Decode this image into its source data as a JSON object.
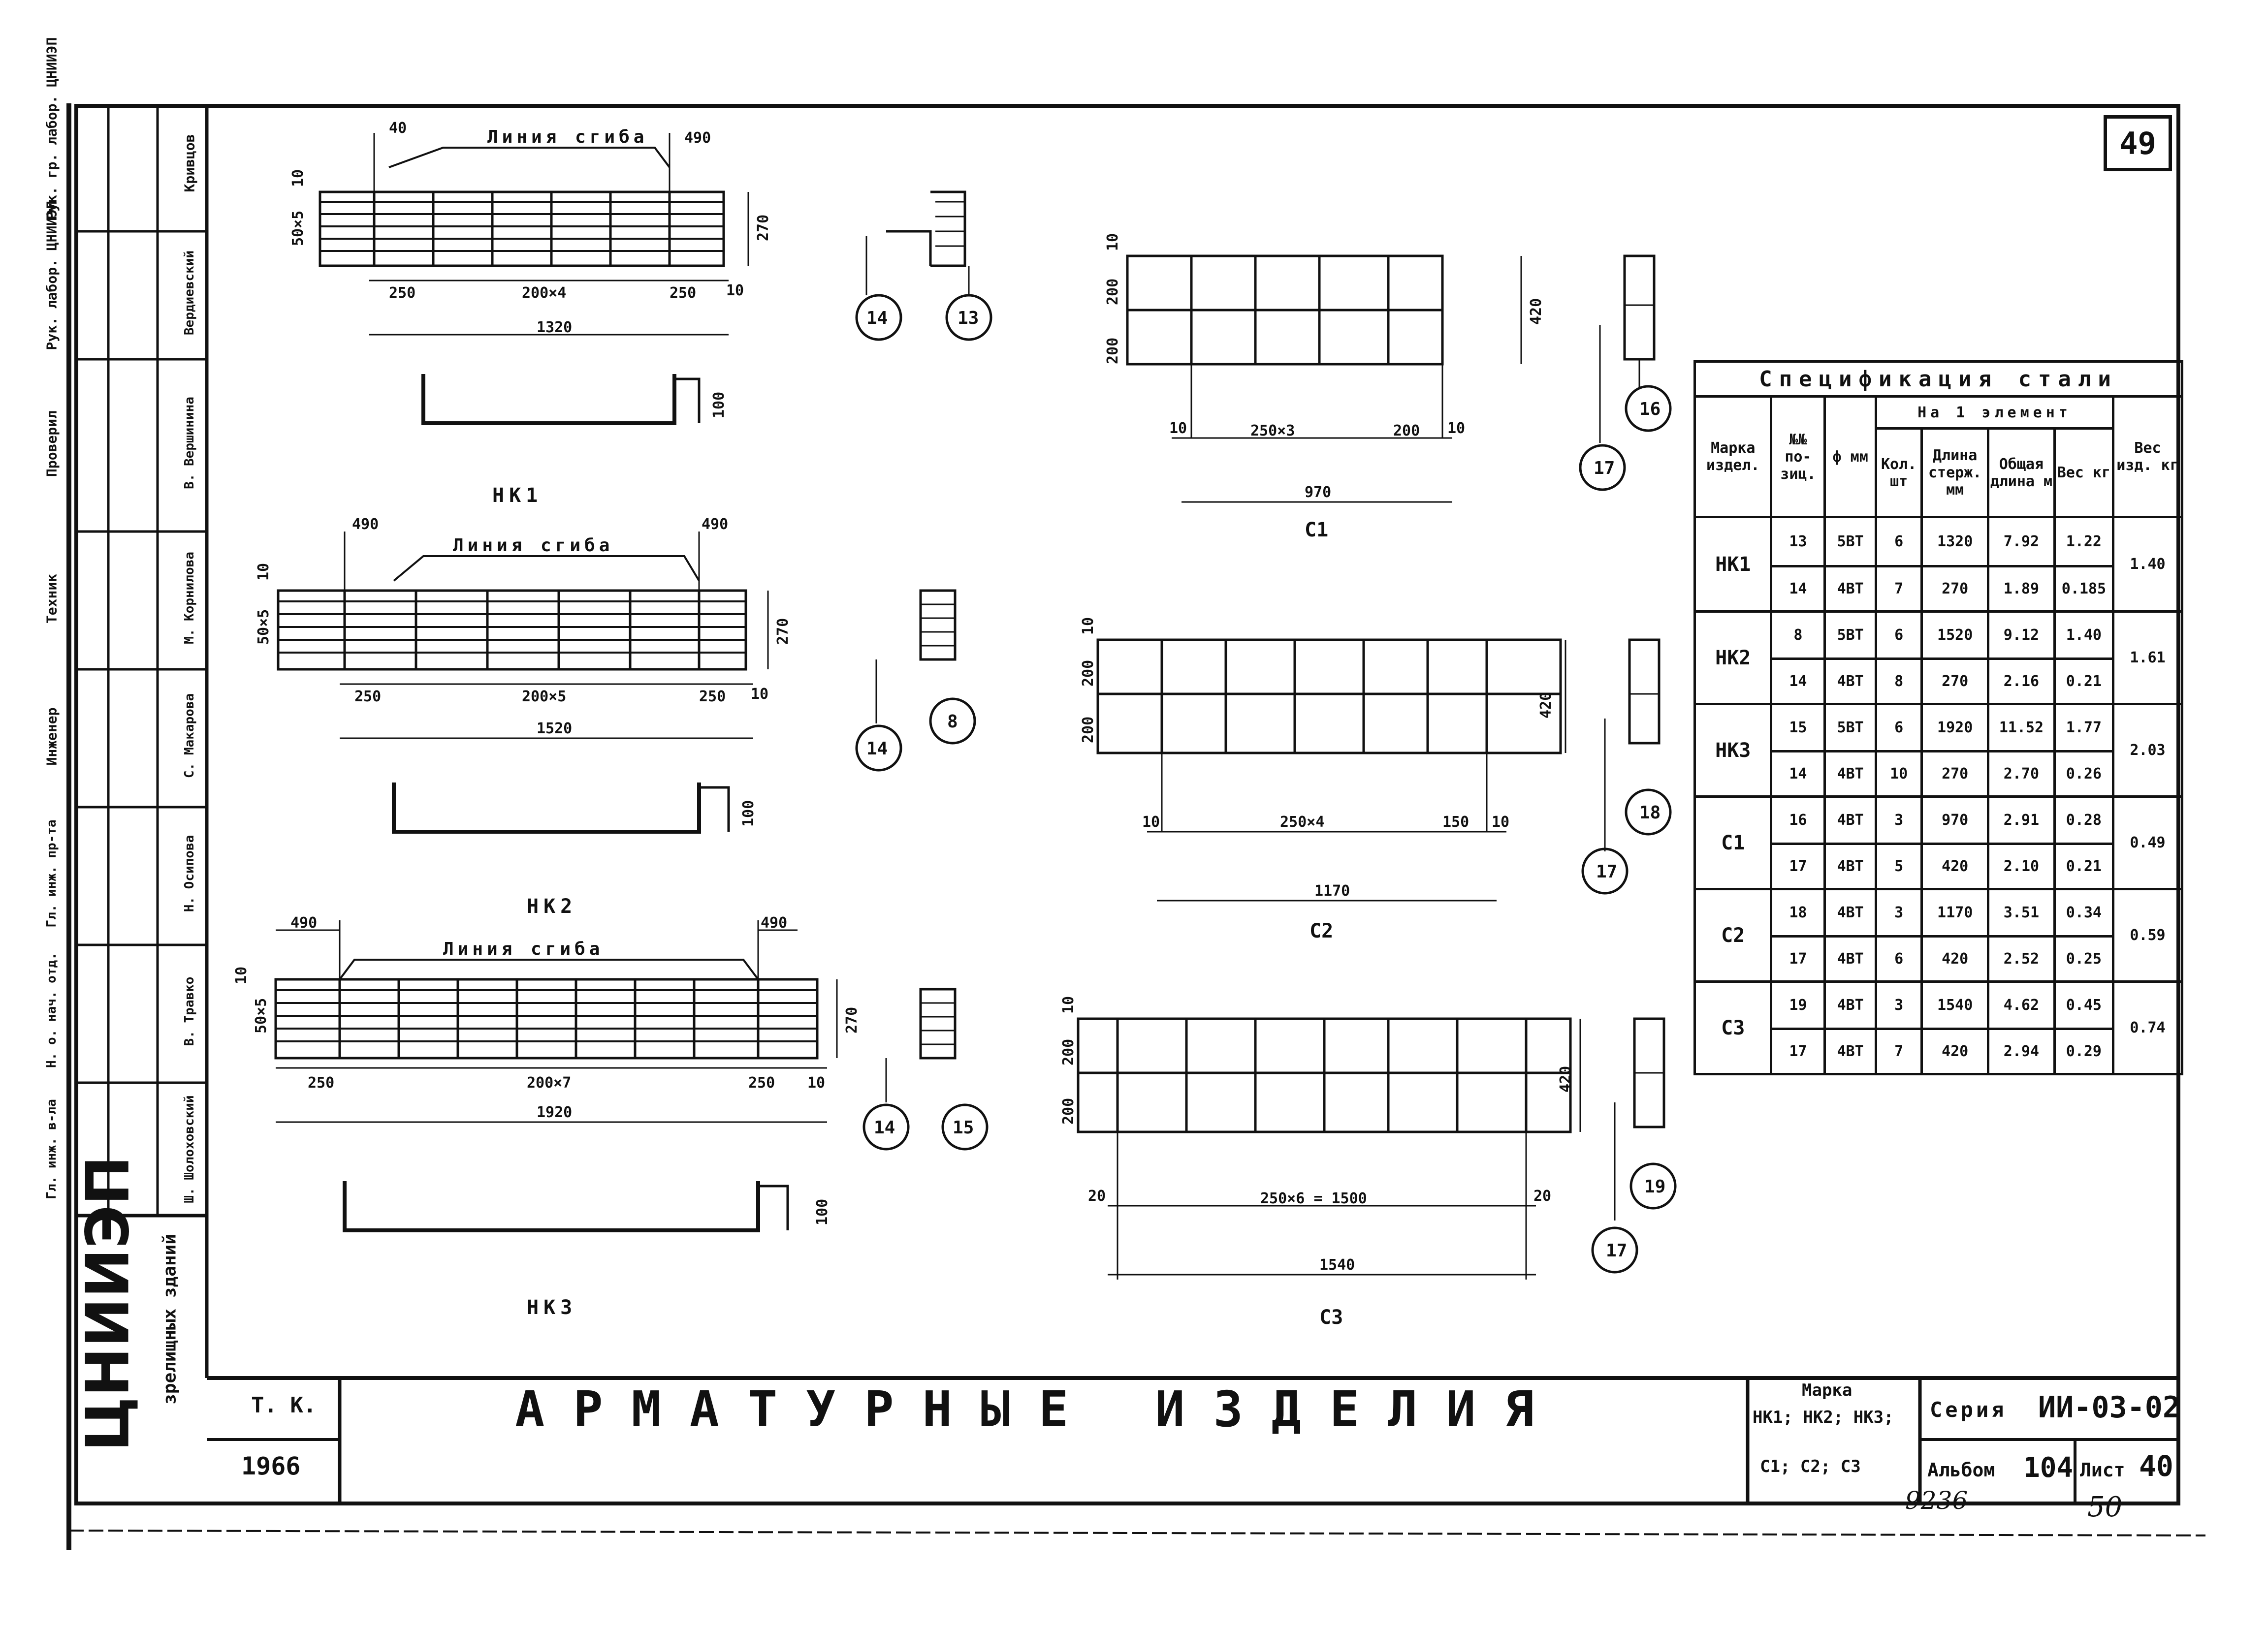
{
  "sheet_number": "49",
  "stamp": {
    "org": "ЦНИИЭП",
    "org_sub": "зрелищных зданий",
    "tk": "Т. К.",
    "year": "1966",
    "title": "АРМАТУРНЫЕ ИЗДЕЛИЯ",
    "marka_label": "Марка",
    "marka_line1": "НК1; НК2; НК3;",
    "marka_line2": "С1; С2; С3",
    "series_label": "Серия",
    "series_value": "ИИ-03-02",
    "album_label": "Альбом",
    "album_value": "104",
    "sheet_label": "Лист",
    "sheet_value": "40"
  },
  "handwritten": {
    "left": "9236",
    "right": "50"
  },
  "side_stamp": [
    {
      "role": "Рук. гр. лабор. ЦНИИЭП",
      "name": "Кривцов"
    },
    {
      "role": "Рук. лабор. ЦНИИЭП",
      "name": "Вердиевский"
    },
    {
      "role": "Проверил",
      "name": "В. Вершинина"
    },
    {
      "role": "Техник",
      "name": "М. Корнилова"
    },
    {
      "role": "Инженер",
      "name": "С. Макарова"
    },
    {
      "role": "Гл. инж. пр-та",
      "name": "Н. Осипова"
    },
    {
      "role": "Н. о. нач. отд.",
      "name": "В. Травко"
    },
    {
      "role": "Гл. инж. в-ла",
      "name": "Ш. Шолоховский"
    }
  ],
  "drawings": {
    "nk1": {
      "label": "НК1",
      "bend_text": "Линия сгиба",
      "d_top_left": "40",
      "d_top_right": "490",
      "d_left": "50×5",
      "d_small": "10",
      "d_height": "270",
      "d_base_l": "250",
      "d_mid": "200×4",
      "d_base_r": "250",
      "d_end": "10",
      "d_total": "1320",
      "d_prof": "100",
      "callout_a": "14",
      "callout_b": "13"
    },
    "nk2": {
      "label": "НК2",
      "bend_text": "Линия сгиба",
      "d_top_left": "490",
      "d_top_right": "490",
      "d_left": "50×5",
      "d_small": "10",
      "d_height": "270",
      "d_base_l": "250",
      "d_mid": "200×5",
      "d_base_r": "250",
      "d_end": "10",
      "d_total": "1520",
      "d_prof": "100",
      "callout_a": "14",
      "callout_b": "8"
    },
    "nk3": {
      "label": "НК3",
      "bend_text": "Линия сгиба",
      "d_top_left": "490",
      "d_top_right": "490",
      "d_left": "50×5",
      "d_small": "10",
      "d_height": "270",
      "d_base_l": "250",
      "d_mid": "200×7",
      "d_base_r": "250",
      "d_end": "10",
      "d_total": "1920",
      "d_prof": "100",
      "callout_a": "14",
      "callout_b": "15"
    },
    "c1": {
      "label": "С1",
      "d_v1": "200",
      "d_v2": "200",
      "d_small": "10",
      "d_height": "420",
      "d_left": "10",
      "d_mid": "250×3",
      "d_right": "200",
      "d_end": "10",
      "d_total": "970",
      "callout_a": "16",
      "callout_b": "17"
    },
    "c2": {
      "label": "С2",
      "d_v1": "200",
      "d_v2": "200",
      "d_small": "10",
      "d_height": "420",
      "d_left": "10",
      "d_mid": "250×4",
      "d_right": "150",
      "d_end": "10",
      "d_total": "1170",
      "callout_a": "18",
      "callout_b": "17"
    },
    "c3": {
      "label": "С3",
      "d_v1": "200",
      "d_v2": "200",
      "d_small": "10",
      "d_height": "420",
      "d_left": "20",
      "d_mid": "250×6 = 1500",
      "d_right": "20",
      "d_total": "1540",
      "callout_a": "19",
      "callout_b": "17"
    }
  },
  "spec": {
    "caption": "Спецификация стали",
    "group_header": "На 1 элемент",
    "headers": {
      "marka": "Марка издел.",
      "pos": "№№ по-зиц.",
      "dia": "ф мм",
      "qty": "Кол. шт",
      "len": "Длина стерж. мм",
      "total_len": "Общая длина м",
      "weight": "Вес кг",
      "item_weight": "Вес изд. кг"
    },
    "rows": [
      {
        "marka": "НК1",
        "item_weight": "1.40",
        "bars": [
          {
            "pos": "13",
            "dia": "5ВТ",
            "qty": "6",
            "len": "1320",
            "total": "7.92",
            "weight": "1.22"
          },
          {
            "pos": "14",
            "dia": "4ВТ",
            "qty": "7",
            "len": "270",
            "total": "1.89",
            "weight": "0.185"
          }
        ]
      },
      {
        "marka": "НК2",
        "item_weight": "1.61",
        "bars": [
          {
            "pos": "8",
            "dia": "5ВТ",
            "qty": "6",
            "len": "1520",
            "total": "9.12",
            "weight": "1.40"
          },
          {
            "pos": "14",
            "dia": "4ВТ",
            "qty": "8",
            "len": "270",
            "total": "2.16",
            "weight": "0.21"
          }
        ]
      },
      {
        "marka": "НК3",
        "item_weight": "2.03",
        "bars": [
          {
            "pos": "15",
            "dia": "5ВТ",
            "qty": "6",
            "len": "1920",
            "total": "11.52",
            "weight": "1.77"
          },
          {
            "pos": "14",
            "dia": "4ВТ",
            "qty": "10",
            "len": "270",
            "total": "2.70",
            "weight": "0.26"
          }
        ]
      },
      {
        "marka": "С1",
        "item_weight": "0.49",
        "bars": [
          {
            "pos": "16",
            "dia": "4ВТ",
            "qty": "3",
            "len": "970",
            "total": "2.91",
            "weight": "0.28"
          },
          {
            "pos": "17",
            "dia": "4ВТ",
            "qty": "5",
            "len": "420",
            "total": "2.10",
            "weight": "0.21"
          }
        ]
      },
      {
        "marka": "С2",
        "item_weight": "0.59",
        "bars": [
          {
            "pos": "18",
            "dia": "4ВТ",
            "qty": "3",
            "len": "1170",
            "total": "3.51",
            "weight": "0.34"
          },
          {
            "pos": "17",
            "dia": "4ВТ",
            "qty": "6",
            "len": "420",
            "total": "2.52",
            "weight": "0.25"
          }
        ]
      },
      {
        "marka": "С3",
        "item_weight": "0.74",
        "bars": [
          {
            "pos": "19",
            "dia": "4ВТ",
            "qty": "3",
            "len": "1540",
            "total": "4.62",
            "weight": "0.45"
          },
          {
            "pos": "17",
            "dia": "4ВТ",
            "qty": "7",
            "len": "420",
            "total": "2.94",
            "weight": "0.29"
          }
        ]
      }
    ]
  }
}
